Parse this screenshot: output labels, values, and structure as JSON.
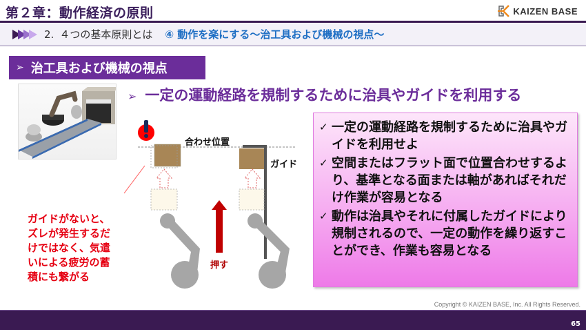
{
  "header": {
    "chapter_title": "第２章：動作経済の原則",
    "logo_text": "KAIZEN BASE"
  },
  "subheader": {
    "number": "2.",
    "main": "４つの基本原則とは",
    "accent": "④ 動作を楽にする～治工具および機械の視点～"
  },
  "section": {
    "arrow": "➢",
    "label": "治工具および機械の視点"
  },
  "headline": {
    "arrow": "➢",
    "text": "一定の運動経路を規制するために治具やガイドを利用する"
  },
  "diagram": {
    "align_position_label": "合わせ位置",
    "guide_label": "ガイド",
    "push_label": "押す",
    "colors": {
      "box": "#a88656",
      "ghost_box": "#fdf8ea",
      "arm": "#a6a6a6",
      "push_arrow": "#c00000",
      "guide": "#555555",
      "warning": "#ff0000"
    }
  },
  "warning": {
    "lines": [
      "ガイドがないと、",
      "ズレが発生するだ",
      "けではなく、気遣",
      "いによる疲労の蓄",
      "積にも繋がる"
    ]
  },
  "checklist": {
    "check_icon": "✓",
    "items": [
      {
        "text": "一定の運動経路を規制するために治具やガイドを利用せよ"
      },
      {
        "text": "空間またはフラット面で位置合わせするより、基準となる面または軸があればそれだけ作業が容易となる"
      },
      {
        "text": "動作は治具やそれに付属したガイドにより規制されるので、一定の動作を繰り返すことができ、作業も容易となる"
      }
    ]
  },
  "footer": {
    "copyright": "Copyright ©  KAIZEN BASE, Inc.  All Rights Reserved.",
    "page_number": "65"
  },
  "colors": {
    "brand_dark": "#3a1a52",
    "brand_purple": "#6b2d9a",
    "accent_blue": "#1f6fc4",
    "warning_red": "#e60012"
  }
}
